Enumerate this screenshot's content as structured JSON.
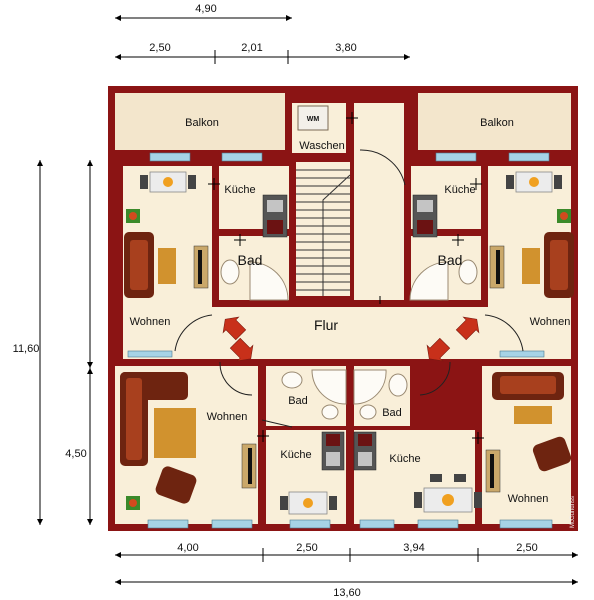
{
  "dimensions": {
    "top_overall": "4,90",
    "top_1": "2,50",
    "top_2": "2,01",
    "top_3": "3,80",
    "left_overall": "11,60",
    "left_lower": "4,50",
    "bottom_1": "4,00",
    "bottom_2": "2,50",
    "bottom_3": "3,94",
    "bottom_4": "2,50",
    "bottom_overall": "13,60"
  },
  "rooms": {
    "balkon_left": "Balkon",
    "balkon_right": "Balkon",
    "waschen": "Waschen",
    "washer": "WM",
    "kueche_tl": "Küche",
    "kueche_tr": "Küche",
    "bad_tl": "Bad",
    "bad_tr": "Bad",
    "wohnen_ml": "Wohnen",
    "wohnen_mr": "Wohnen",
    "flur": "Flur",
    "wohnen_bl": "Wohnen",
    "bad_bc1": "Bad",
    "bad_bc2": "Bad",
    "kueche_bc1": "Küche",
    "kueche_bc2": "Küche",
    "wohnen_br": "Wohnen"
  },
  "credit": "McGundriss",
  "colors": {
    "wall": "#8b1414",
    "floor": "#f9efd9",
    "balcony": "#f3e6cc",
    "sofa": "#6e2410",
    "table_wood": "#d1922e",
    "arrow": "#c8301a",
    "window": "#a6d3e6"
  }
}
